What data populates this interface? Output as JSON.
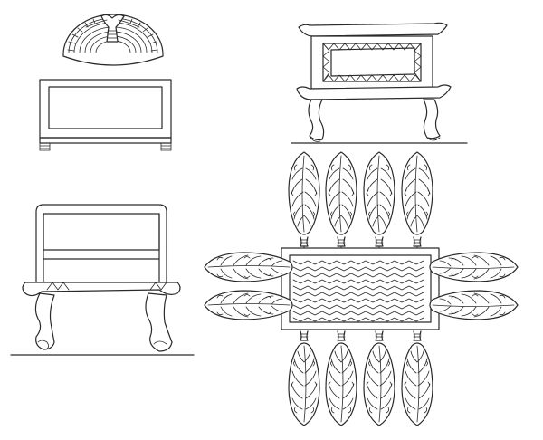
{
  "plate": {
    "line_color": "#2a2a2a",
    "background": "#ffffff"
  },
  "figures": [
    {
      "id": "chest-with-fan-lid",
      "depicts": "chest"
    },
    {
      "id": "stool-zigzag-border",
      "depicts": "stool"
    },
    {
      "id": "chair-side-view",
      "depicts": "chair"
    },
    {
      "id": "bed-with-leaf-legs",
      "depicts": "bed"
    }
  ]
}
